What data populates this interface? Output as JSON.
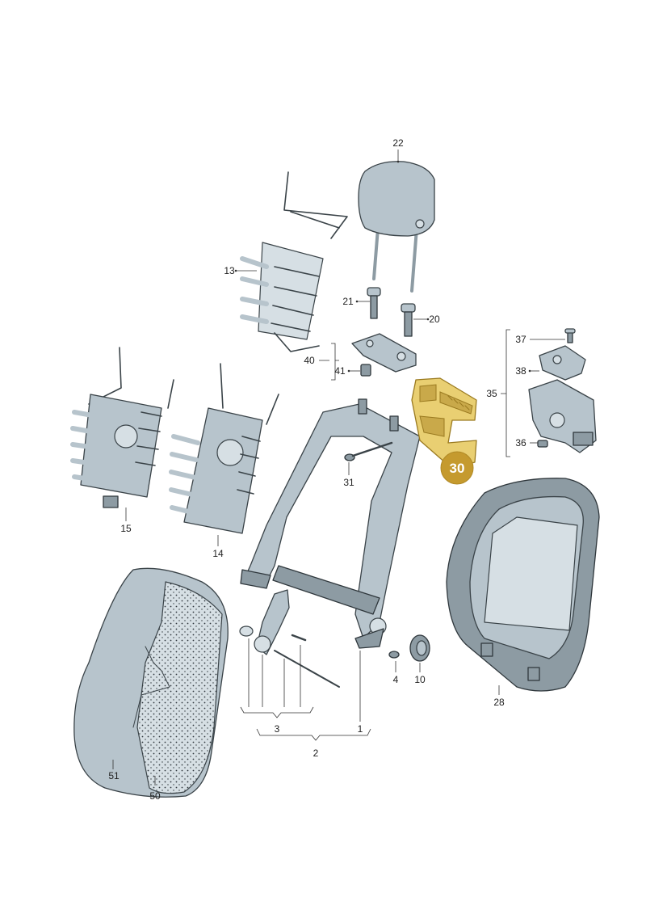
{
  "diagram": {
    "labels": {
      "p1": "1",
      "p2": "2",
      "p3": "3",
      "p4": "4",
      "p10": "10",
      "p13": "13",
      "p14": "14",
      "p15": "15",
      "p20": "20",
      "p21": "21",
      "p22": "22",
      "p28": "28",
      "p31": "31",
      "p35": "35",
      "p36": "36",
      "p37": "37",
      "p38": "38",
      "p40": "40",
      "p41": "41",
      "p50": "50",
      "p51": "51"
    },
    "highlight": {
      "label": "30",
      "color": "#c59a2e"
    }
  }
}
